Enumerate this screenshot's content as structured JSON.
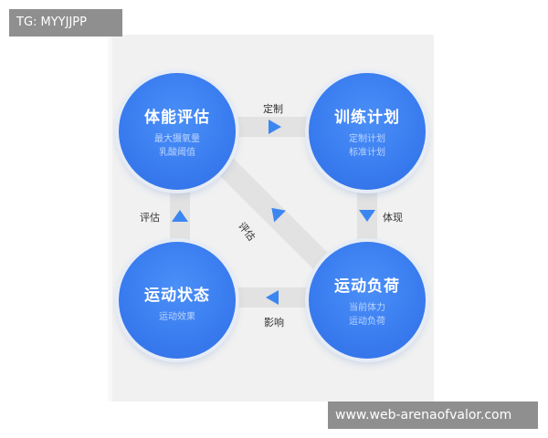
{
  "watermark_top": "TG: MYYJJPP",
  "watermark_bottom": "www.web-arenaofvalor.com",
  "nodes": {
    "physical_assessment": {
      "title": "体能评估",
      "lines": [
        "最大摄氧量",
        "乳酸阈值"
      ]
    },
    "training_plan": {
      "title": "训练计划",
      "lines": [
        "定制计划",
        "标准计划"
      ]
    },
    "training_load": {
      "title": "运动负荷",
      "lines": [
        "当前体力",
        "运动负荷"
      ]
    },
    "exercise_state": {
      "title": "运动状态",
      "lines": [
        "运动效果"
      ]
    }
  },
  "edges": {
    "customize": "定制",
    "embody": "体现",
    "influence": "影响",
    "assess_left": "评估",
    "assess_diagonal": "评估"
  },
  "colors": {
    "node_blue": "#3a7df0",
    "arrow_blue": "#3c86f0",
    "connector_gray": "#e2e2e2"
  },
  "icons": {
    "flow_arrow": "arrow-icon"
  }
}
